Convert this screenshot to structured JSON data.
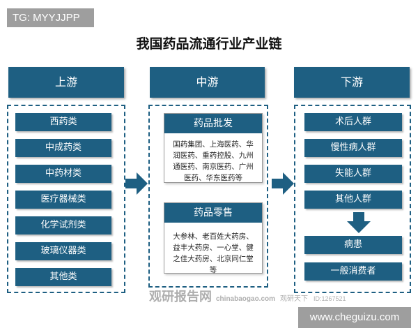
{
  "tag": "TG: MYYJJPP",
  "title": "我国药品流通行业产业链",
  "upstream": {
    "header": "上游",
    "items": [
      "西药类",
      "中成药类",
      "中药材类",
      "医疗器械类",
      "化学试剂类",
      "玻璃仪器类",
      "其他类"
    ]
  },
  "midstream": {
    "header": "中游",
    "cards": [
      {
        "title": "药品批发",
        "body": "国药集团、上海医药、华润医药、重药控股、九州通医药、南京医药、广州医药、华东医药等"
      },
      {
        "title": "药品零售",
        "body": "大参林、老百姓大药房、益丰大药房、一心堂、健之佳大药房、北京同仁堂等"
      }
    ]
  },
  "downstream": {
    "header": "下游",
    "items": [
      "术后人群",
      "慢性病人群",
      "失能人群",
      "其他人群"
    ],
    "after_arrow": [
      "病患",
      "一般消费者"
    ]
  },
  "watermarks": {
    "brand": "观研报告网",
    "domain": "chinabaogao.com",
    "account": "观研天下",
    "id": "ID:1267521"
  },
  "footer_site": "www.cheguizu.com",
  "colors": {
    "primary": "#1e5f82"
  }
}
